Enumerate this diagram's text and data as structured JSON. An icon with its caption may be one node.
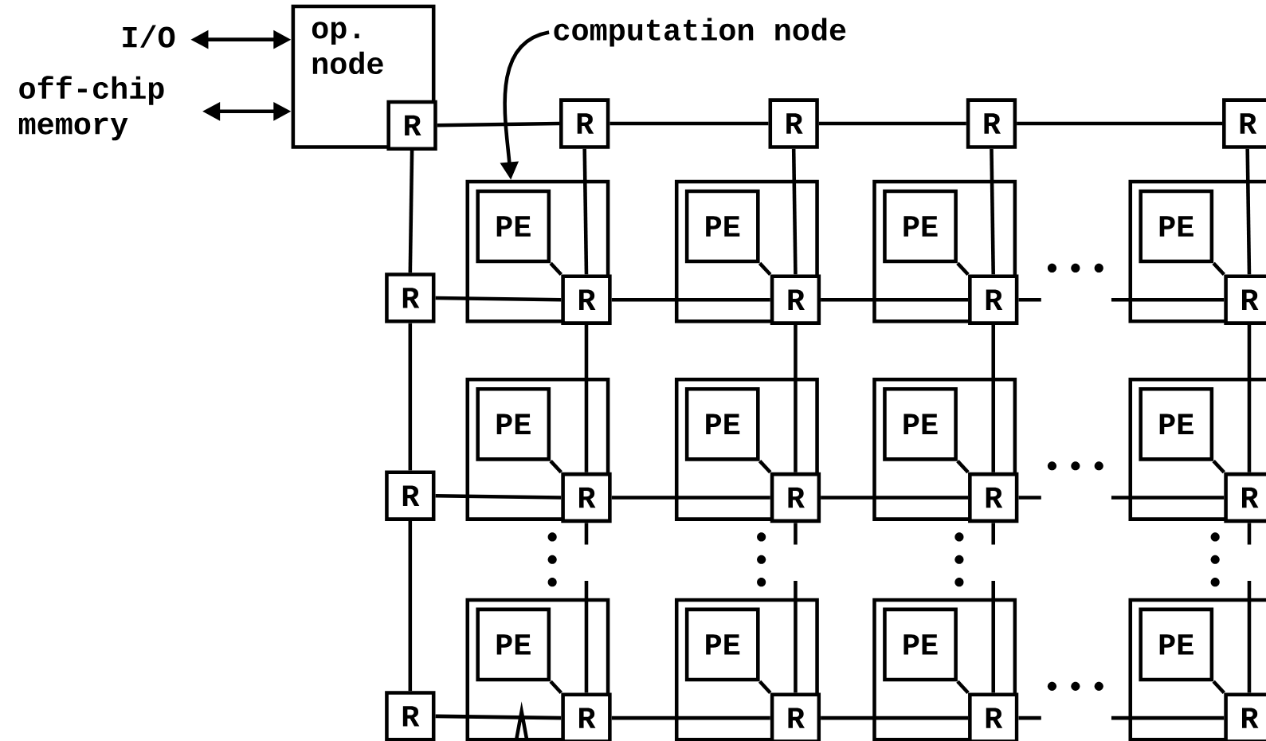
{
  "diagram": {
    "nodes": [
      {
        "text": [
          "I/O"
        ]
      },
      {
        "text": [
          "off-chip memory"
        ]
      },
      {
        "text": [
          "op. node"
        ]
      },
      {
        "text": [
          "R"
        ],
        "in": 2
      },
      {
        "text": [
          "computation node"
        ]
      },
      {
        "text": [
          "R"
        ]
      },
      {
        "text": [
          "R"
        ]
      },
      {
        "text": [
          "R"
        ]
      },
      {
        "text": [
          "R"
        ]
      },
      {
        "text": [
          "R"
        ]
      },
      {
        "text": [],
        "shape": "box"
      },
      {
        "text": [
          "PE"
        ],
        "in": 10
      },
      {
        "text": [
          "R"
        ],
        "in": 10
      },
      {
        "text": [],
        "shape": "box"
      },
      {
        "text": [
          "PE"
        ],
        "in": 13
      },
      {
        "text": [
          "R"
        ],
        "in": 13
      },
      {
        "text": [],
        "shape": "box"
      },
      {
        "text": [
          "PE"
        ],
        "in": 16
      },
      {
        "text": [
          "R"
        ],
        "in": 16
      },
      {
        "text": [],
        "shape": "box"
      },
      {
        "text": [
          "PE"
        ],
        "in": 19
      },
      {
        "text": [
          "R"
        ],
        "in": 19
      },
      {
        "text": [
          "R"
        ]
      },
      {
        "text": [],
        "shape": "box"
      },
      {
        "text": [
          "PE"
        ],
        "in": 23
      },
      {
        "text": [
          "R"
        ],
        "in": 23
      },
      {
        "text": [],
        "shape": "box"
      },
      {
        "text": [
          "PE"
        ],
        "in": 26
      },
      {
        "text": [
          "R"
        ],
        "in": 26
      },
      {
        "text": [],
        "shape": "box"
      },
      {
        "text": [
          "PE"
        ],
        "in": 29
      },
      {
        "text": [
          "R"
        ],
        "in": 29
      },
      {
        "text": [],
        "shape": "box"
      },
      {
        "text": [
          "PE"
        ],
        "in": 32
      },
      {
        "text": [
          "R"
        ],
        "in": 32
      },
      {
        "text": [
          "R"
        ]
      },
      {
        "text": [],
        "shape": "box"
      },
      {
        "text": [
          "PE"
        ],
        "in": 36
      },
      {
        "text": [
          "R"
        ],
        "in": 36
      },
      {
        "text": [],
        "shape": "box"
      },
      {
        "text": [
          "PE"
        ],
        "in": 39
      },
      {
        "text": [
          "R"
        ],
        "in": 39
      },
      {
        "text": [],
        "shape": "box"
      },
      {
        "text": [
          "PE"
        ],
        "in": 42
      },
      {
        "text": [
          "R"
        ],
        "in": 42
      },
      {
        "text": [],
        "shape": "box"
      },
      {
        "text": [
          "PE"
        ],
        "in": 45
      },
      {
        "text": [
          "R"
        ],
        "in": 45
      }
    ],
    "edges": [
      {
        "from": 0,
        "to": 2,
        "arrow": "both"
      },
      {
        "from": 1,
        "to": 2,
        "arrow": "both"
      },
      {
        "from": 4,
        "to": 10,
        "arrow": "to"
      },
      {
        "from": 3,
        "to": 5,
        "arrow": "none"
      },
      {
        "from": 5,
        "to": 6,
        "arrow": "none"
      },
      {
        "from": 6,
        "to": 7,
        "arrow": "none"
      },
      {
        "from": 7,
        "to": 8,
        "arrow": "none"
      },
      {
        "from": 3,
        "to": 9,
        "arrow": "none"
      },
      {
        "from": 9,
        "to": 22,
        "arrow": "none"
      },
      {
        "from": 22,
        "to": 35,
        "arrow": "none"
      },
      {
        "from": 9,
        "to": 12,
        "arrow": "none"
      },
      {
        "from": 12,
        "to": 15,
        "arrow": "none"
      },
      {
        "from": 15,
        "to": 18,
        "arrow": "none"
      },
      {
        "from": 18,
        "to": 21,
        "arrow": "none",
        "style": "dashed"
      },
      {
        "from": 22,
        "to": 25,
        "arrow": "none"
      },
      {
        "from": 25,
        "to": 28,
        "arrow": "none"
      },
      {
        "from": 28,
        "to": 31,
        "arrow": "none"
      },
      {
        "from": 31,
        "to": 34,
        "arrow": "none",
        "style": "dashed"
      },
      {
        "from": 35,
        "to": 38,
        "arrow": "none"
      },
      {
        "from": 38,
        "to": 41,
        "arrow": "none"
      },
      {
        "from": 41,
        "to": 44,
        "arrow": "none"
      },
      {
        "from": 44,
        "to": 47,
        "arrow": "none",
        "style": "dashed"
      },
      {
        "from": 5,
        "to": 12,
        "arrow": "none"
      },
      {
        "from": 12,
        "to": 25,
        "arrow": "none"
      },
      {
        "from": 25,
        "to": 38,
        "arrow": "none",
        "style": "dashed"
      },
      {
        "from": 6,
        "to": 15,
        "arrow": "none"
      },
      {
        "from": 15,
        "to": 28,
        "arrow": "none"
      },
      {
        "from": 28,
        "to": 41,
        "arrow": "none",
        "style": "dashed"
      },
      {
        "from": 7,
        "to": 18,
        "arrow": "none"
      },
      {
        "from": 18,
        "to": 31,
        "arrow": "none"
      },
      {
        "from": 31,
        "to": 44,
        "arrow": "none",
        "style": "dashed"
      },
      {
        "from": 8,
        "to": 21,
        "arrow": "none"
      },
      {
        "from": 21,
        "to": 34,
        "arrow": "none"
      },
      {
        "from": 34,
        "to": 47,
        "arrow": "none",
        "style": "dashed"
      },
      {
        "from": 11,
        "to": 12,
        "arrow": "none"
      },
      {
        "from": 14,
        "to": 15,
        "arrow": "none"
      },
      {
        "from": 17,
        "to": 18,
        "arrow": "none"
      },
      {
        "from": 20,
        "to": 21,
        "arrow": "none"
      },
      {
        "from": 24,
        "to": 25,
        "arrow": "none"
      },
      {
        "from": 27,
        "to": 28,
        "arrow": "none"
      },
      {
        "from": 30,
        "to": 31,
        "arrow": "none"
      },
      {
        "from": 33,
        "to": 34,
        "arrow": "none"
      },
      {
        "from": 37,
        "to": 38,
        "arrow": "none"
      },
      {
        "from": 40,
        "to": 41,
        "arrow": "none"
      },
      {
        "from": 43,
        "to": 44,
        "arrow": "none"
      },
      {
        "from": 46,
        "to": 47,
        "arrow": "none"
      }
    ]
  }
}
